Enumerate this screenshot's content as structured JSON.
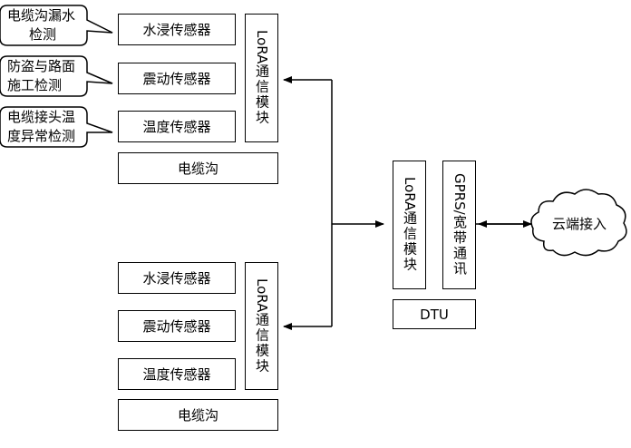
{
  "top_group": {
    "sensors": [
      "水浸传感器",
      "震动传感器",
      "温度传感器"
    ],
    "lora_latin": "LoRA",
    "lora_cjk": "通信模块",
    "trench": "电缆沟"
  },
  "bottom_group": {
    "sensors": [
      "水浸传感器",
      "震动传感器",
      "温度传感器"
    ],
    "lora_latin": "LoRA",
    "lora_cjk": "通信模块",
    "trench": "电缆沟"
  },
  "callouts": [
    {
      "line1": "电缆沟漏水",
      "line2": "检测"
    },
    {
      "line1": "防盗与路面",
      "line2": "施工检测"
    },
    {
      "line1": "电缆接头温",
      "line2": "度异常检测"
    }
  ],
  "dtu": {
    "lora_latin": "LoRA",
    "lora_cjk": "通信模块",
    "gprs_latin": "GPRS/",
    "gprs_cjk": "宽带通讯",
    "label": "DTU"
  },
  "cloud": {
    "label": "云端接入"
  }
}
